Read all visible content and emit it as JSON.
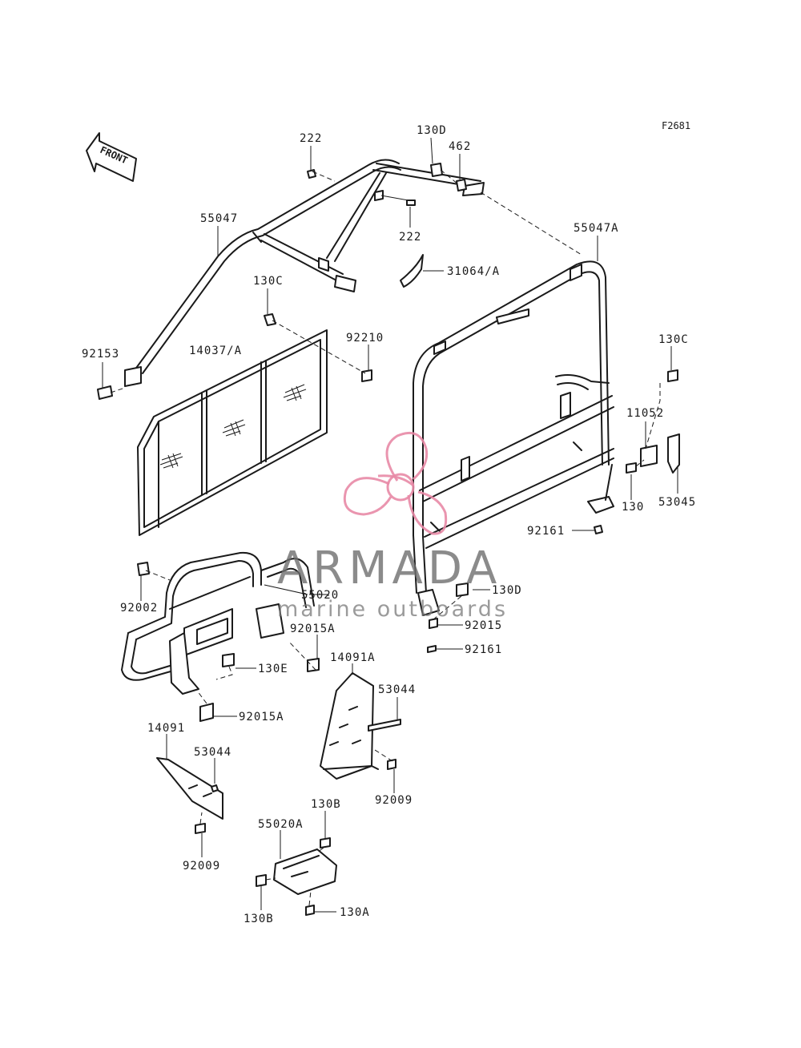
{
  "figure_code": "F2681",
  "front_label": "FRONT",
  "watermark": {
    "brand": "ARMADA",
    "tagline": "marine outboards",
    "logo_icon": "propeller-icon",
    "logo_color": "#e88aa6",
    "text_color": "#6e6e6e"
  },
  "callouts": {
    "p222_top": "222",
    "p130D_top": "130D",
    "p462": "462",
    "p222_mid": "222",
    "p55047": "55047",
    "p55047A": "55047A",
    "p31064A": "31064/A",
    "p130C_left": "130C",
    "p92210": "92210",
    "p14037A": "14037/A",
    "p92153": "92153",
    "p130C_right": "130C",
    "p11052": "11052",
    "p130": "130",
    "p53045": "53045",
    "p92161_right": "92161",
    "p92002": "92002",
    "p55020": "55020",
    "p130D_mid": "130D",
    "p92015A_top": "92015A",
    "p92015": "92015",
    "p92161_bottom": "92161",
    "p130E": "130E",
    "p14091A": "14091A",
    "p53044_right": "53044",
    "p92015A_bottom": "92015A",
    "p14091": "14091",
    "p53044_left": "53044",
    "p92009_right": "92009",
    "p130B_top": "130B",
    "p55020A": "55020A",
    "p92009_left": "92009",
    "p130B_bottom": "130B",
    "p130A": "130A"
  }
}
